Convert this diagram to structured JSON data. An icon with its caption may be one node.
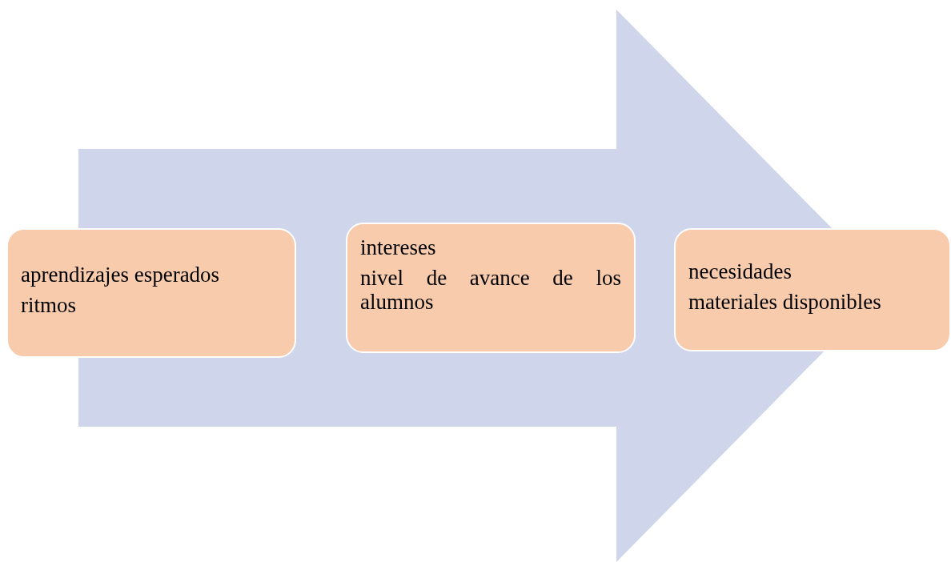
{
  "diagram": {
    "nodes": [
      {
        "text": [
          "aprendizajes esperados",
          "ritmos"
        ]
      },
      {
        "text": [
          "intereses",
          "nivel de avance de los alumnos"
        ]
      },
      {
        "text": [
          "necesidades",
          "materiales disponibles"
        ]
      }
    ],
    "edges": [
      {
        "from": 0,
        "to": 2,
        "arrow": "to"
      }
    ]
  }
}
